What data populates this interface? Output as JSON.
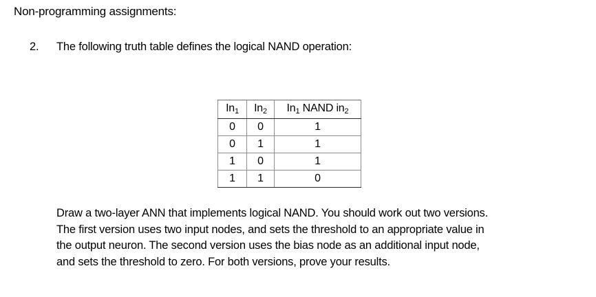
{
  "document": {
    "heading": "Non-programming assignments:",
    "question": {
      "marker": "2.",
      "prompt": "The following truth table defines the logical NAND operation:"
    },
    "truth_table": {
      "headers": [
        "In",
        "In",
        "In"
      ],
      "header_cells": [
        {
          "base": "In",
          "sub": "1",
          "suffix": ""
        },
        {
          "base": "In",
          "sub": "2",
          "suffix": ""
        },
        {
          "base": "In",
          "sub": "1",
          "suffix": " NAND in"
        }
      ],
      "header_col3_tail_sub": "2",
      "rows": [
        {
          "in1": "0",
          "in2": "0",
          "out": "1"
        },
        {
          "in1": "0",
          "in2": "1",
          "out": "1"
        },
        {
          "in1": "1",
          "in2": "0",
          "out": "1"
        },
        {
          "in1": "1",
          "in2": "1",
          "out": "0"
        }
      ]
    },
    "paragraph_lines": [
      "Draw a two-layer ANN that implements logical NAND. You should work out two versions.",
      "The first version uses two input nodes, and sets the threshold to an appropriate value in",
      "the output neuron. The second version uses the bias node as an additional input node,",
      "and sets the threshold to zero. For both versions, prove your results."
    ]
  },
  "colors": {
    "background": "#ffffff",
    "text": "#000000",
    "table_grid_light": "#8c8c8c",
    "table_grid_dark": "#2b2b2b"
  }
}
